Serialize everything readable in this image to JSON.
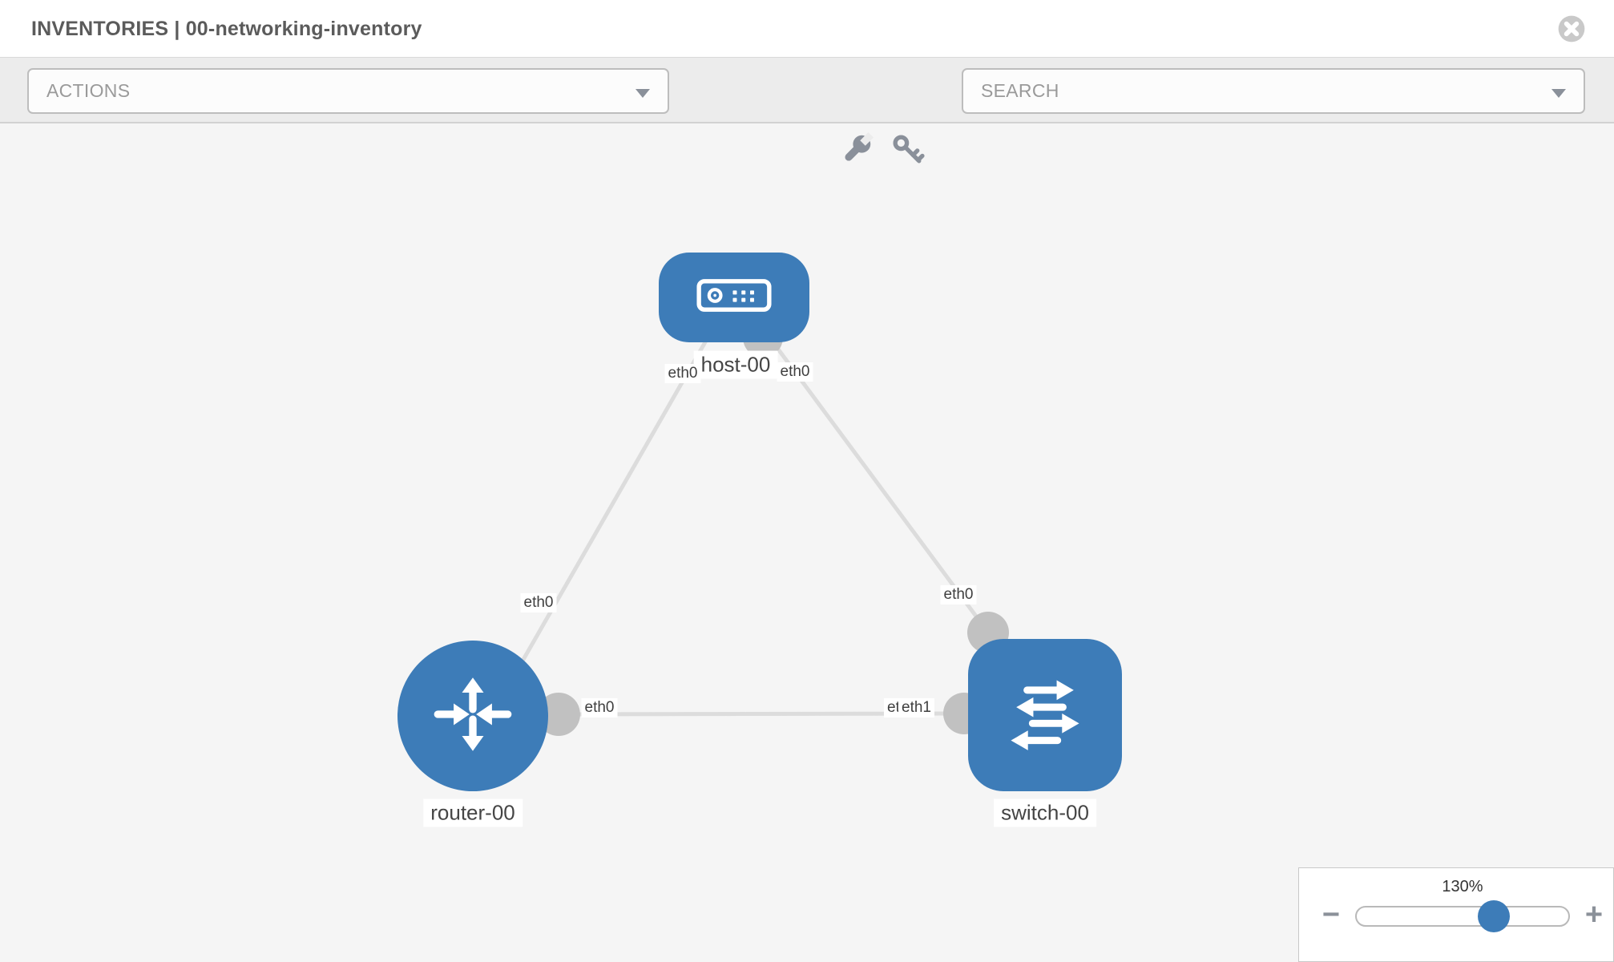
{
  "header": {
    "title": "INVENTORIES | 00-networking-inventory"
  },
  "toolbar": {
    "actions_dropdown": {
      "value": "ACTIONS"
    },
    "search_dropdown": {
      "value": "SEARCH"
    },
    "tools": [
      {
        "icon": "wrench-icon"
      },
      {
        "icon": "key-icon"
      }
    ]
  },
  "topology": {
    "nodes": [
      {
        "id": "host-00",
        "type": "host",
        "label": "host-00"
      },
      {
        "id": "router-00",
        "type": "router",
        "label": "router-00"
      },
      {
        "id": "switch-00",
        "type": "switch",
        "label": "switch-00"
      }
    ],
    "interface_labels": {
      "host_left": "eth0",
      "host_right": "eth0",
      "router_host_link": "eth0",
      "switch_host_link": "eth0",
      "router_switch_link_router_end": "eth0",
      "router_switch_link_switch_end_under": "eth0",
      "router_switch_link_switch_end_over": "eth1"
    }
  },
  "zoom_control": {
    "level": "130%",
    "minus_label": "−",
    "plus_label": "+"
  },
  "colors": {
    "node_blue": "#3d7cb8",
    "link_gray": "#dcdcdc",
    "port_gray": "#c1c1c1",
    "toolbar_gray": "#ececec"
  }
}
